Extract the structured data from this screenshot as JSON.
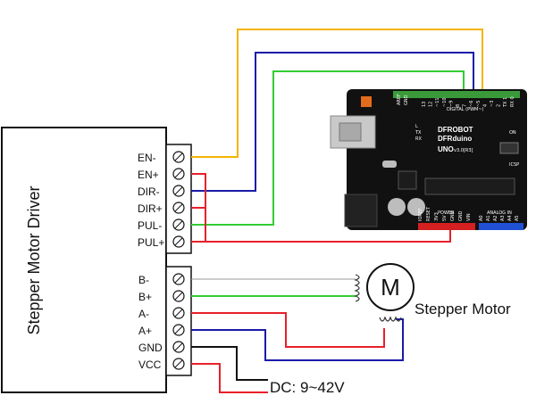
{
  "driver": {
    "title": "Stepper Motor Driver",
    "control_pins": [
      "EN-",
      "EN+",
      "DIR-",
      "DIR+",
      "PUL-",
      "PUL+"
    ],
    "motor_pins": [
      "B-",
      "B+",
      "A-",
      "A+",
      "GND",
      "VCC"
    ]
  },
  "motor": {
    "symbol": "M",
    "label": "Stepper Motor"
  },
  "power": {
    "label": "DC: 9~42V"
  },
  "board": {
    "brand": "DFROBOT",
    "name": "DFRduino",
    "model": "UNO",
    "version": "v3.0[R3]",
    "digital_label": "DIGITAL (PWM~)",
    "power_label": "POWER",
    "analog_label": "ANALOG IN",
    "on_label": "ON",
    "icsp_label": "ICSP",
    "aref_label": "AREF",
    "gnd_label": "GND",
    "tx_label": "TX",
    "rx_label": "RX",
    "l_label": "L",
    "pin_labels_top": [
      "13",
      "12",
      "~11",
      "~10",
      "~9",
      "8",
      "7",
      "~6",
      "~5",
      "4",
      "~3",
      "2",
      "TX 1",
      "RX 0"
    ],
    "pin_labels_power": [
      "IOREF",
      "RESET",
      "3V3",
      "5V",
      "GND",
      "GND",
      "VIN"
    ],
    "pin_labels_analog": [
      "A0",
      "A1",
      "A2",
      "A3",
      "A4",
      "A5"
    ]
  },
  "wire_colors": {
    "enable": "#f4b400",
    "direction": "#1a1aa8",
    "pulse": "#33cc33",
    "positive": "#e8202a",
    "ground": "#111111"
  }
}
